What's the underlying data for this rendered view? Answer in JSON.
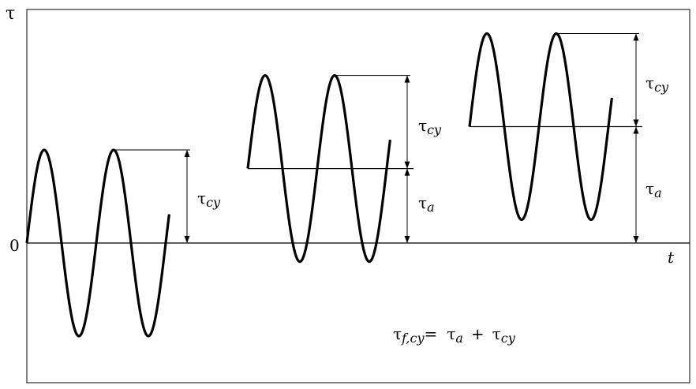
{
  "axes": {
    "y_label": "τ",
    "x_label": "t",
    "origin_label": "0"
  },
  "cases": [
    {
      "mean_level": 0,
      "amplitude": 1,
      "amplitude_label": {
        "base": "τ",
        "sub": "cy"
      }
    },
    {
      "mean_level": 0.8,
      "amplitude": 1,
      "amplitude_label": {
        "base": "τ",
        "sub": "cy"
      },
      "mean_label": {
        "base": "τ",
        "sub": "a"
      }
    },
    {
      "mean_level": 1.25,
      "amplitude": 1,
      "amplitude_label": {
        "base": "τ",
        "sub": "cy"
      },
      "mean_label": {
        "base": "τ",
        "sub": "a"
      }
    }
  ],
  "formula": {
    "lhs_base": "τ",
    "lhs_sub": "f,cy",
    "equals": "=",
    "term1_base": "τ",
    "term1_sub": "a",
    "plus": "+",
    "term2_base": "τ",
    "term2_sub": "cy"
  }
}
